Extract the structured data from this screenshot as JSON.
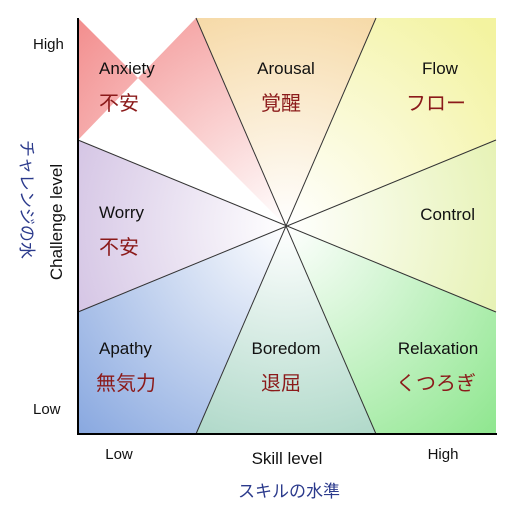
{
  "colors": {
    "jp_text": "#8b1a1a",
    "axis_jp_text": "#2b3a8c",
    "axis": "#000000",
    "divider": "#333333",
    "anxiety": "#f28b8b",
    "arousal": "#f6d9a6",
    "flow": "#f3f3a0",
    "control": "#e6f2b4",
    "relaxation": "#8de68d",
    "boredom": "#aed8c8",
    "apathy": "#86a6df",
    "worry": "#d4c4e4"
  },
  "axes": {
    "y_title": "Challenge level",
    "y_title_jp": "チャレンジの水",
    "y_high": "High",
    "y_low": "Low",
    "x_title": "Skill level",
    "x_title_jp": "スキルの水準",
    "x_low": "Low",
    "x_high": "High"
  },
  "zones": [
    {
      "id": "anxiety",
      "en": "Anxiety",
      "jp": "不安"
    },
    {
      "id": "arousal",
      "en": "Arousal",
      "jp": "覚醒"
    },
    {
      "id": "flow",
      "en": "Flow",
      "jp": "フロー"
    },
    {
      "id": "worry",
      "en": "Worry",
      "jp": "不安"
    },
    {
      "id": "control",
      "en": "Control",
      "jp": ""
    },
    {
      "id": "apathy",
      "en": "Apathy",
      "jp": "無気力"
    },
    {
      "id": "boredom",
      "en": "Boredom",
      "jp": "退屈"
    },
    {
      "id": "relaxation",
      "en": "Relaxation",
      "jp": "くつろぎ"
    }
  ]
}
